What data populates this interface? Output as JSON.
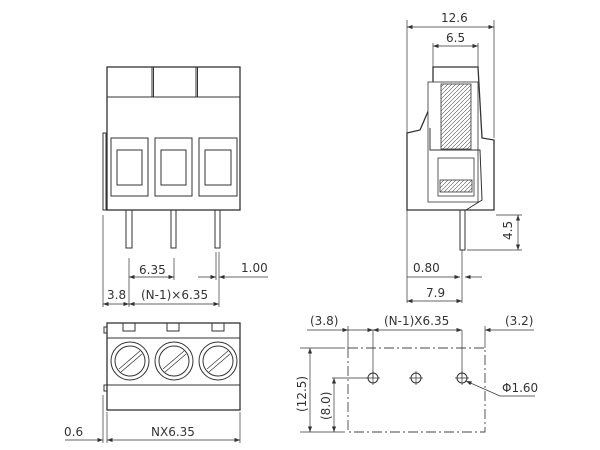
{
  "front_view": {
    "pitch": "6.35",
    "pin_width": "1.00",
    "edge_offset": "3.8",
    "span": "(N-1)×6.35"
  },
  "bottom_view": {
    "offset": "0.6",
    "total_length": "NX6.35"
  },
  "side_view": {
    "depth": "12.6",
    "opening": "6.5",
    "pin_length": "4.5",
    "pin_thickness": "0.80",
    "pin_position": "7.9"
  },
  "footprint": {
    "left_margin": "(3.8)",
    "span": "(N-1)X6.35",
    "right_margin": "(3.2)",
    "height": "(12.5)",
    "hole_offset": "(8.0)",
    "hole_diameter": "Φ1.60"
  },
  "colors": {
    "line": "#333333",
    "background": "#ffffff"
  }
}
